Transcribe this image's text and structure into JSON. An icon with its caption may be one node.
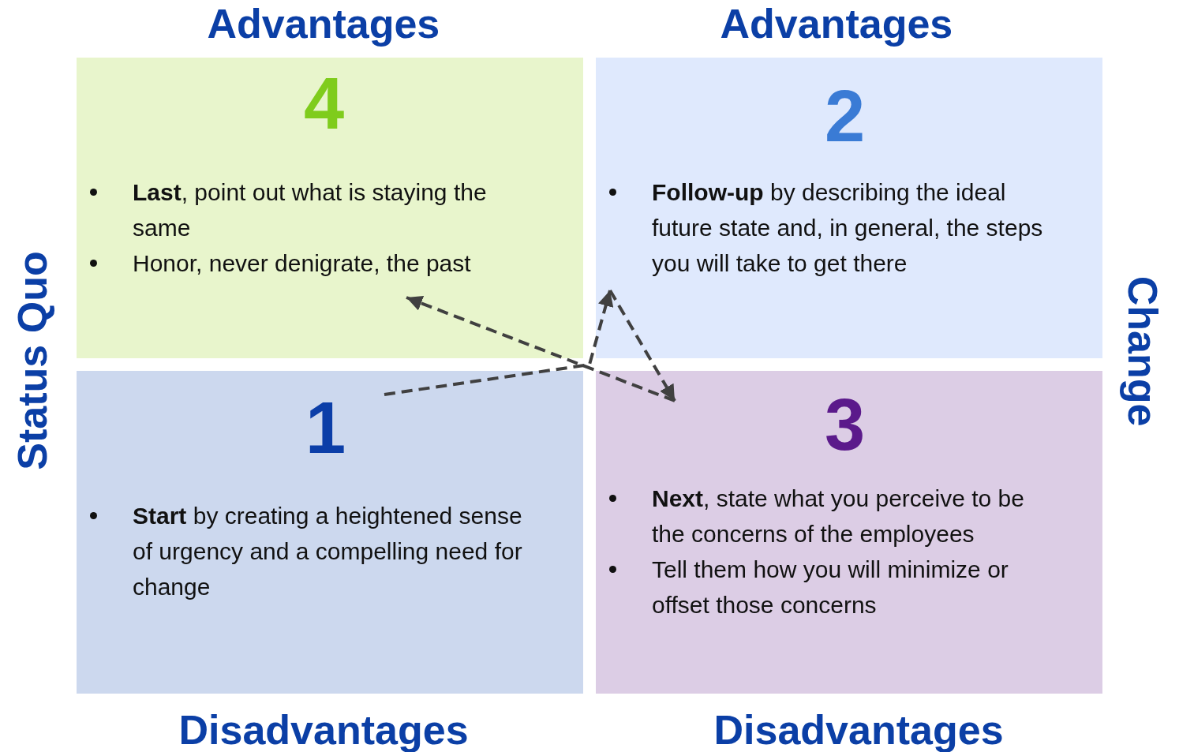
{
  "diagram": {
    "nodes": [
      {
        "text": [
          "4",
          "**Last**, point out what is staying the same",
          "Honor, never denigrate, the past"
        ]
      },
      {
        "text": [
          "2",
          "**Follow-up** by describing the ideal future state and, in general, the steps you will take to get there"
        ]
      },
      {
        "text": [
          "1",
          "**Start** by creating a heightened sense of urgency and a compelling need for change"
        ]
      },
      {
        "text": [
          "3",
          "**Next**, state what you perceive to be the concerns of the employees",
          "Tell them how you will minimize or offset those concerns"
        ]
      }
    ],
    "edges": [
      {
        "from": 2,
        "to": 1,
        "arrow": "to",
        "style": "dashed"
      },
      {
        "from": 1,
        "to": 3,
        "arrow": "to",
        "style": "dashed"
      },
      {
        "from": 3,
        "to": 0,
        "arrow": "to",
        "style": "dashed"
      }
    ],
    "labels": [
      "Advantages",
      "Advantages",
      "Status Quo",
      "Change",
      "Disadvantages",
      "Disadvantages"
    ]
  }
}
